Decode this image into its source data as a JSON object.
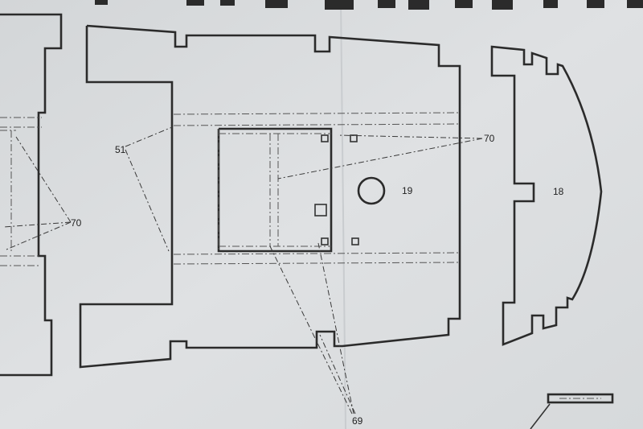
{
  "labels": {
    "part_18": "18",
    "part_19": "19",
    "part_51": "51",
    "part_69": "69",
    "part_70_right": "70",
    "part_70_left": "70"
  },
  "colors": {
    "paper": "#d9dcde",
    "ink": "#2b2b2b"
  }
}
